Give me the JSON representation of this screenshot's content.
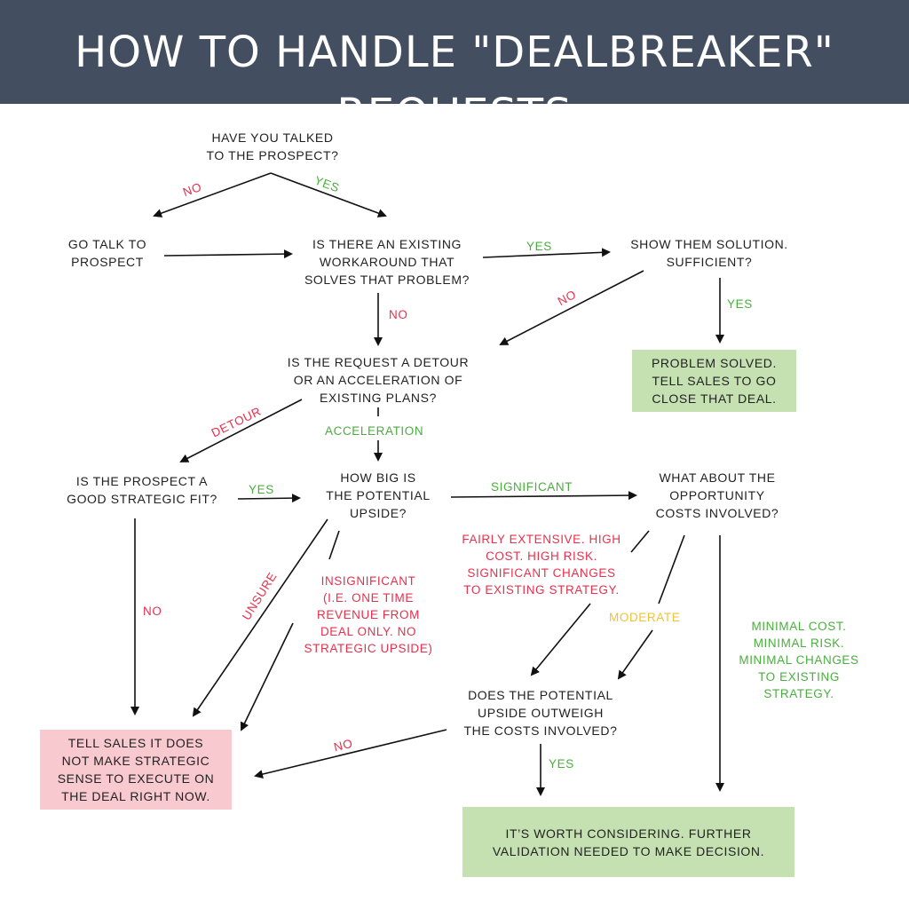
{
  "title": "HOW TO HANDLE \"DEALBREAKER\" REQUESTS",
  "colors": {
    "header": "#434f61",
    "green_box": "#c5e1b2",
    "pink_box": "#f8c9ce",
    "red": "#e8304c",
    "green": "#4aae3e",
    "yellow": "#f2c13a"
  },
  "nodes": {
    "talked": [
      "HAVE YOU TALKED",
      "TO THE PROSPECT?"
    ],
    "go_talk": [
      "GO TALK TO",
      "PROSPECT"
    ],
    "workaround": [
      "IS THERE AN EXISTING",
      "WORKAROUND THAT",
      "SOLVES THAT PROBLEM?"
    ],
    "show_solution": [
      "SHOW THEM SOLUTION.",
      "SUFFICIENT?"
    ],
    "problem_solved": [
      "PROBLEM SOLVED.",
      "TELL SALES TO GO",
      "CLOSE THAT DEAL."
    ],
    "detour_q": [
      "IS THE REQUEST A DETOUR",
      "OR AN ACCELERATION OF",
      "EXISTING PLANS?"
    ],
    "strategic_fit": [
      "IS THE PROSPECT A",
      "GOOD STRATEGIC FIT?"
    ],
    "how_big": [
      "HOW BIG IS",
      "THE POTENTIAL",
      "UPSIDE?"
    ],
    "opportunity": [
      "WHAT ABOUT THE",
      "OPPORTUNITY",
      "COSTS INVOLVED?"
    ],
    "outweigh": [
      "DOES THE POTENTIAL",
      "UPSIDE OUTWEIGH",
      "THE COSTS INVOLVED?"
    ],
    "tell_sales_no": [
      "TELL SALES IT DOES",
      "NOT MAKE STRATEGIC",
      "SENSE TO EXECUTE ON",
      "THE DEAL RIGHT NOW."
    ],
    "worth": [
      "IT’S WORTH CONSIDERING. FURTHER",
      "VALIDATION NEEDED TO MAKE DECISION."
    ]
  },
  "labels": {
    "no": "NO",
    "yes": "YES",
    "detour": "DETOUR",
    "acceleration": "ACCELERATION",
    "significant": "SIGNIFICANT",
    "unsure": "UNSURE",
    "insignificant": [
      "INSIGNIFICANT",
      "(I.E. ONE TIME",
      "REVENUE FROM",
      "DEAL ONLY. NO",
      "STRATEGIC UPSIDE)"
    ],
    "fairly_extensive": [
      "FAIRLY EXTENSIVE. HIGH",
      "COST. HIGH RISK.",
      "SIGNIFICANT CHANGES",
      "TO EXISTING STRATEGY."
    ],
    "moderate": "MODERATE",
    "minimal": [
      "MINIMAL COST.",
      "MINIMAL RISK.",
      "MINIMAL CHANGES",
      "TO EXISTING",
      "STRATEGY."
    ]
  }
}
